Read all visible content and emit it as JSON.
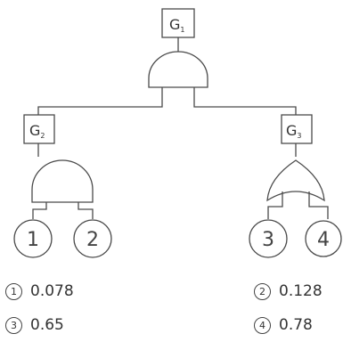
{
  "gates": {
    "top": {
      "letter": "G",
      "index": "1"
    },
    "left": {
      "letter": "G",
      "index": "2"
    },
    "right": {
      "letter": "G",
      "index": "3"
    }
  },
  "events": [
    "1",
    "2",
    "3",
    "4"
  ],
  "options": [
    {
      "mark": "1",
      "value": "0.078"
    },
    {
      "mark": "2",
      "value": "0.128"
    },
    {
      "mark": "3",
      "value": "0.65"
    },
    {
      "mark": "4",
      "value": "0.78"
    }
  ]
}
